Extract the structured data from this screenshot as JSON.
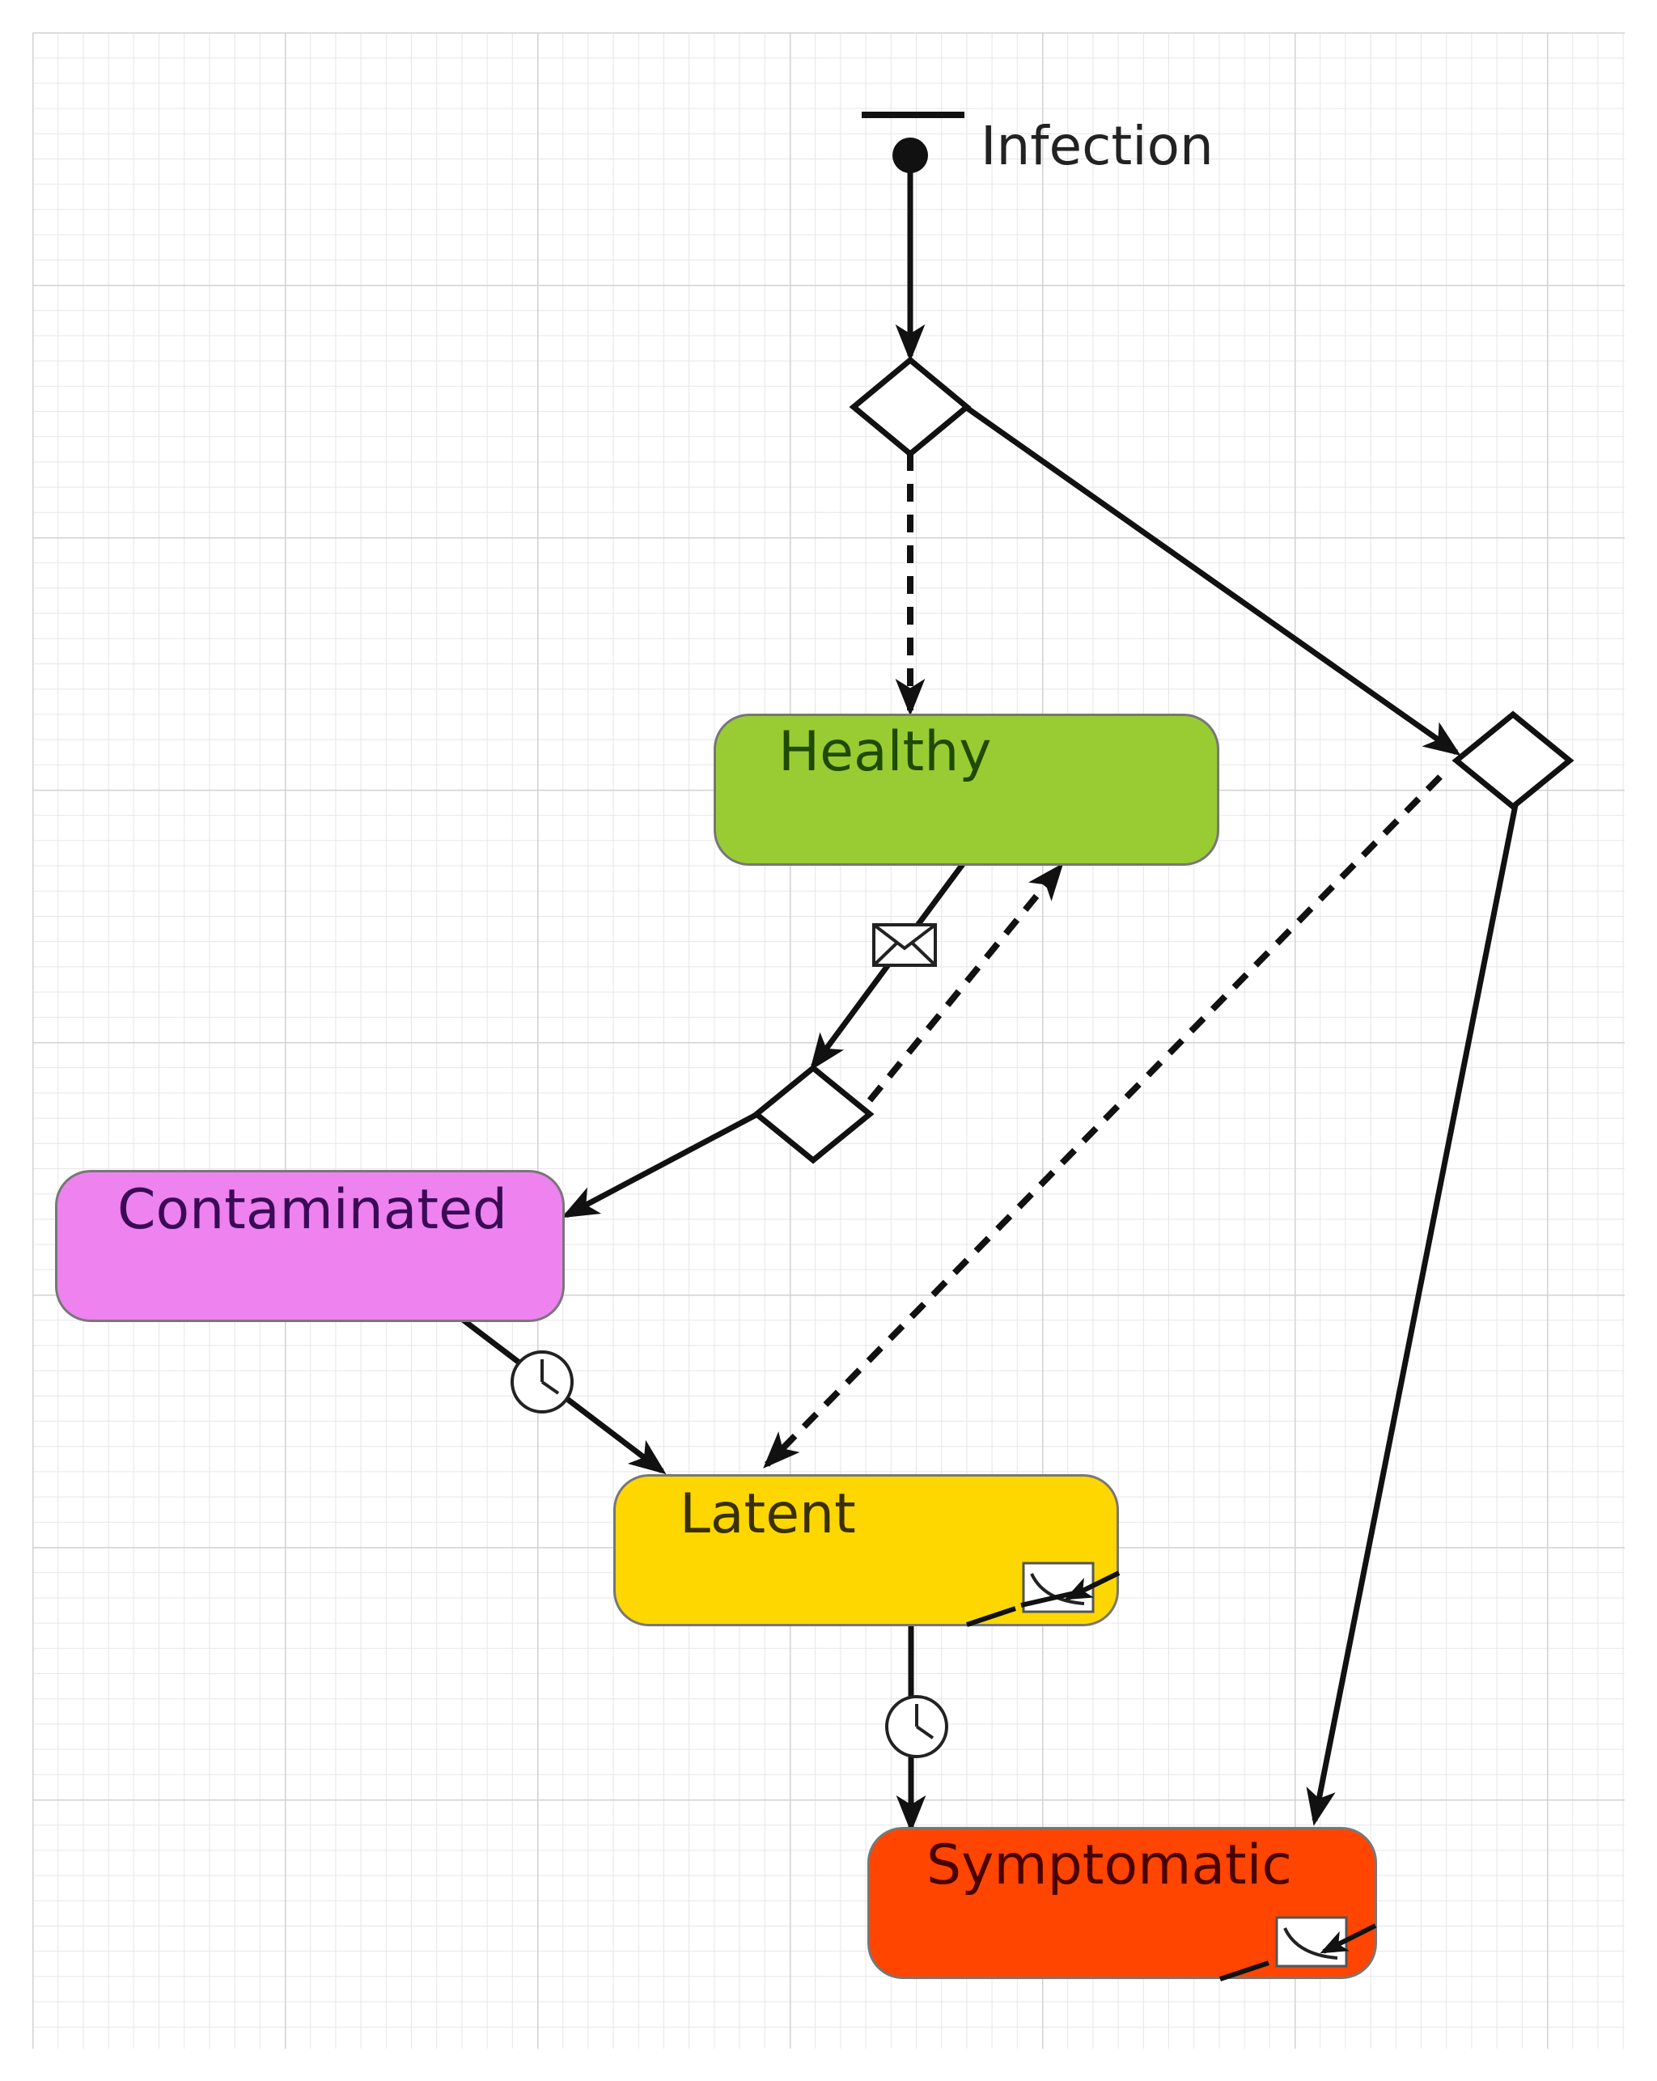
{
  "statechart": {
    "entry_label": "Infection",
    "states": {
      "healthy": {
        "label": "Healthy",
        "fill": "#99cc33",
        "text_color": "#1f4a00"
      },
      "contaminated": {
        "label": "Contaminated",
        "fill": "#ee82ee",
        "text_color": "#3b0a57"
      },
      "latent": {
        "label": "Latent",
        "fill": "#ffd700",
        "text_color": "#3a3000"
      },
      "symptomatic": {
        "label": "Symptomatic",
        "fill": "#ff4500",
        "text_color": "#4a0000"
      }
    },
    "icons": {
      "message_trigger": "envelope-icon",
      "timeout_trigger": "clock-icon",
      "internal_transition": "internal-transition-icon",
      "branch": "diamond-branch-icon"
    }
  }
}
